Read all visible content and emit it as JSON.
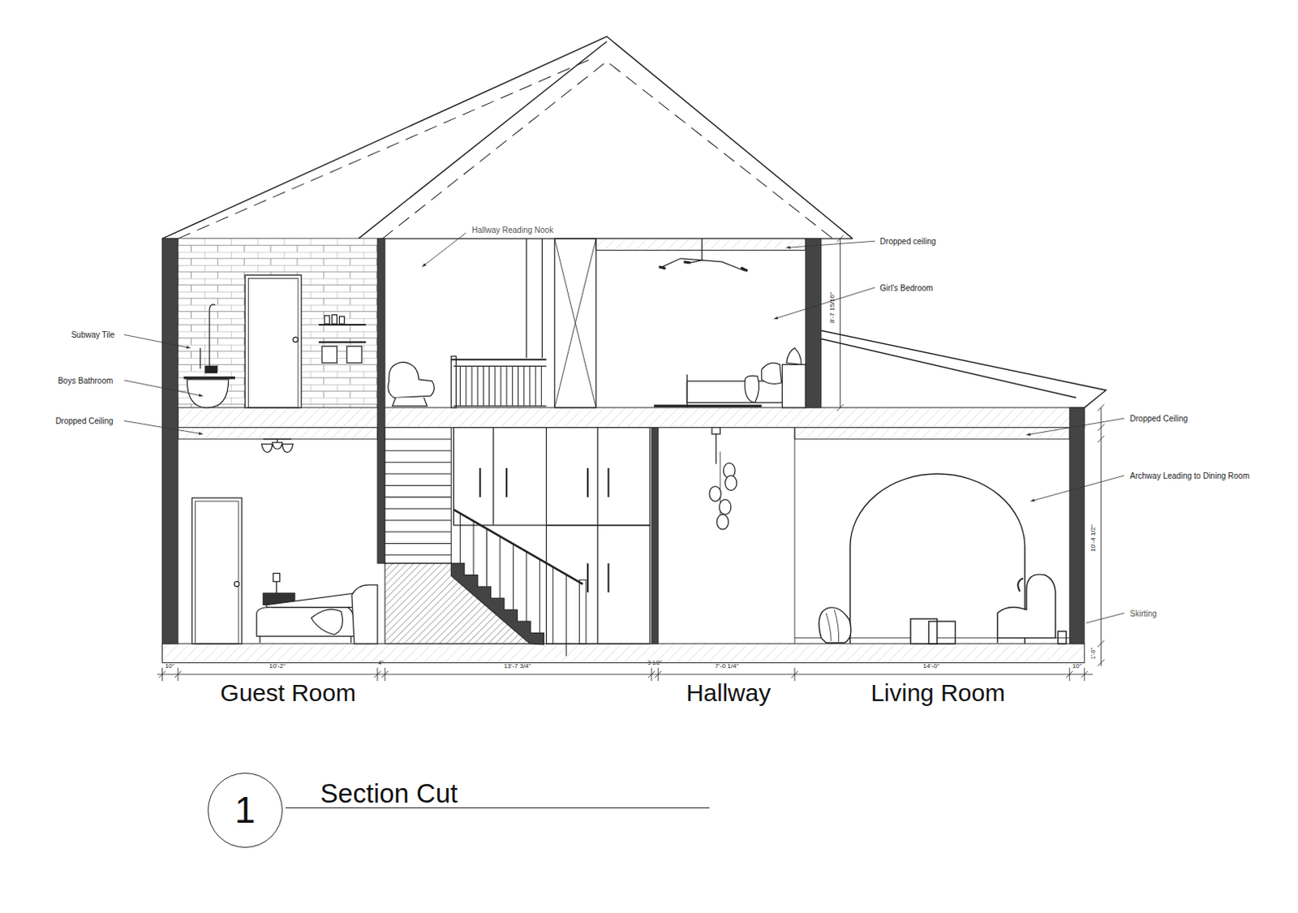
{
  "diagram": {
    "title": "Section Cut",
    "nodes": [
      {
        "text": [
          "1"
        ]
      }
    ],
    "labels": [
      "Subway Tile",
      "Boys Bathroom",
      "Dropped Ceiling",
      "Hallway Reading Nook",
      "Dropped ceiling",
      "Girl's Bedroom",
      "Dropped Ceiling",
      "Archway Leading to Dining Room",
      "Skirting",
      "8'-7 15/16\"",
      "10'-4 1/2\"",
      "1'-0\"",
      "10\"",
      "10'-2\"",
      "4\"",
      "13'-7 3/4\"",
      "3 1/2\"",
      "7'-0 1/4\"",
      "14'-0\"",
      "10\"",
      "Guest Room",
      "Hallway",
      "Living Room"
    ]
  }
}
